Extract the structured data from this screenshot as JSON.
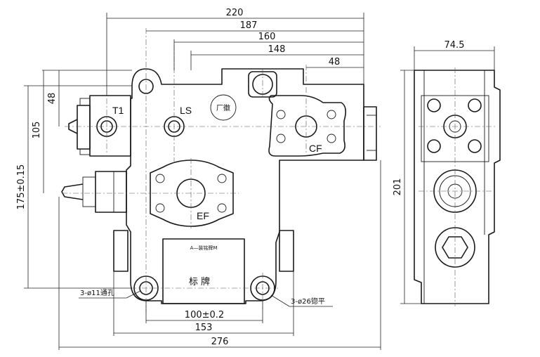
{
  "dimensions": {
    "top": [
      "220",
      "187",
      "160",
      "148",
      "48"
    ],
    "left": [
      "48",
      "105",
      "175±0.15"
    ],
    "bottom": [
      "100±0.2",
      "153",
      "276"
    ],
    "side_width": "74.5",
    "side_height": "201"
  },
  "callouts": {
    "holes_small": "3-ø11通孔",
    "holes_large": "3-ø26锪平"
  },
  "ports": {
    "t1": "T1",
    "ls": "LS",
    "cf": "CF",
    "ef": "EF"
  },
  "marks": {
    "factory_logo": "厂徽",
    "nameplate": "标  牌",
    "nameplate_caption": "A—装铭牌M"
  }
}
